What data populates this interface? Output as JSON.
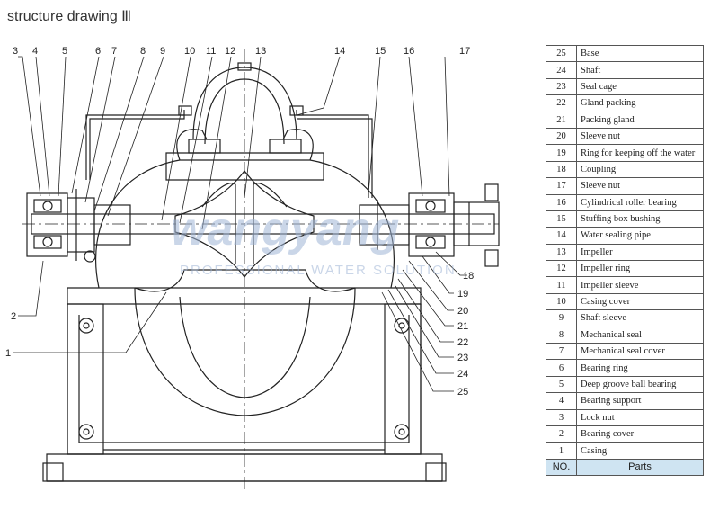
{
  "title": "structure drawing Ⅲ",
  "watermark": {
    "brand": "wangyang",
    "tagline": "PROFESSIONAL WATER SOLUTION"
  },
  "callouts": [
    "1",
    "2",
    "3",
    "4",
    "5",
    "6",
    "7",
    "8",
    "9",
    "10",
    "11",
    "12",
    "13",
    "14",
    "15",
    "16",
    "17",
    "18",
    "19",
    "20",
    "21",
    "22",
    "23",
    "24",
    "25"
  ],
  "parts_table": {
    "header": {
      "no": "NO.",
      "name": "Parts"
    },
    "rows": [
      {
        "no": "25",
        "name": "Base"
      },
      {
        "no": "24",
        "name": "Shaft"
      },
      {
        "no": "23",
        "name": "Seal cage"
      },
      {
        "no": "22",
        "name": "Gland packing"
      },
      {
        "no": "21",
        "name": "Packing gland"
      },
      {
        "no": "20",
        "name": "Sleeve nut"
      },
      {
        "no": "19",
        "name": "Ring for keeping off the water"
      },
      {
        "no": "18",
        "name": "Coupling"
      },
      {
        "no": "17",
        "name": "Sleeve nut"
      },
      {
        "no": "16",
        "name": "Cylindrical roller bearing"
      },
      {
        "no": "15",
        "name": "Stuffing box bushing"
      },
      {
        "no": "14",
        "name": "Water sealing pipe"
      },
      {
        "no": "13",
        "name": "Impeller"
      },
      {
        "no": "12",
        "name": "Impeller ring"
      },
      {
        "no": "11",
        "name": "Impeller sleeve"
      },
      {
        "no": "10",
        "name": "Casing cover"
      },
      {
        "no": "9",
        "name": "Shaft sleeve"
      },
      {
        "no": "8",
        "name": "Mechanical seal"
      },
      {
        "no": "7",
        "name": "Mechanical seal cover"
      },
      {
        "no": "6",
        "name": "Bearing ring"
      },
      {
        "no": "5",
        "name": "Deep groove ball bearing"
      },
      {
        "no": "4",
        "name": "Bearing support"
      },
      {
        "no": "3",
        "name": "Lock nut"
      },
      {
        "no": "2",
        "name": "Bearing cover"
      },
      {
        "no": "1",
        "name": "Casing"
      }
    ]
  }
}
